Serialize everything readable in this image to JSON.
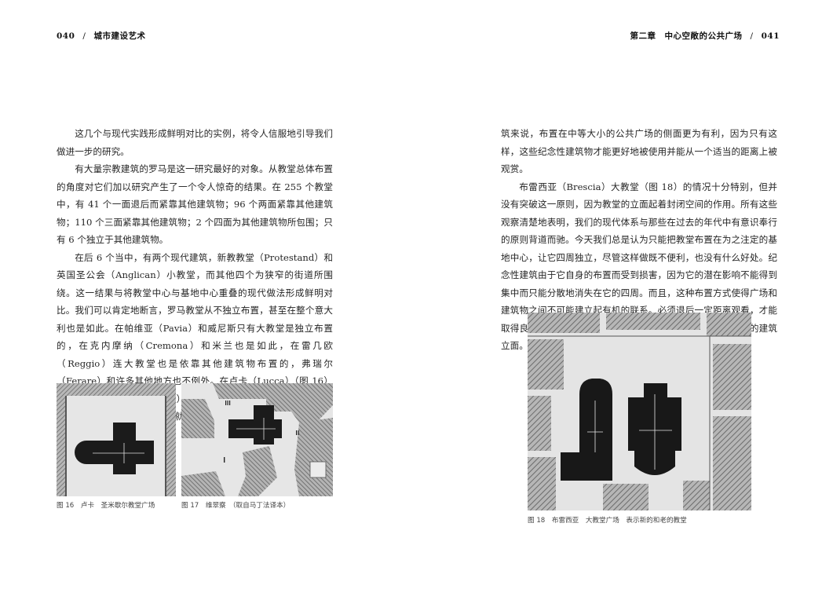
{
  "left_page": {
    "page_number": "040",
    "separator": "/",
    "running_title": "城市建设艺术",
    "paragraphs": [
      "这几个与现代实践形成鲜明对比的实例，将令人信服地引导我们做进一步的研究。",
      "有大量宗教建筑的罗马是这一研究最好的对象。从教堂总体布置的角度对它们加以研究产生了一个令人惊奇的结果。在 255 个教堂中，有 41 个一面退后而紧靠其他建筑物；96 个两面紧靠其他建筑物；110 个三面紧靠其他建筑物；2 个四面为其他建筑物所包围；只有 6 个独立于其他建筑物。",
      "在后 6 个当中，有两个现代建筑，新教教堂（Protestand）和英国圣公会（Anglican）小教堂，而其他四个为狭窄的街道所围绕。这一结果与将教堂中心与基地中心重叠的现代做法形成鲜明对比。我们可以肯定地断言，罗马教堂从不独立布置，甚至在整个意大利也是如此。在帕维亚（Pavia）和威尼斯只有大教堂是独立布置的，在克内摩纳（Cremona）和米兰也是如此，在雷几欧（Reggio）连大教堂也是依靠其他建筑物布置的，弗瑞尔（Ferare）和许多其他地方也不例外。在卢卡（Lucca）（图 16）和维翠察（Vicenza）（图 17）所看到的形式使我们回忆起我们在讨论纪念物布置时推断的原则。就纪念性建"
    ],
    "figures": [
      {
        "caption": "图 16　卢卡　圣米歇尔教堂广场"
      },
      {
        "caption": "图 17　维翠察　（取自马丁法译本）"
      }
    ]
  },
  "right_page": {
    "page_number": "041",
    "separator": "/",
    "chapter_title": "第二章　中心空敞的公共广场",
    "paragraphs": [
      "筑来说，布置在中等大小的公共广场的侧面更为有利，因为只有这样，这些纪念性建筑物才能更好地被使用并能从一个适当的距离上被观赏。",
      "布雷西亚（Brescia）大教堂（图 18）的情况十分特别，但并没有突破这一原则，因为教堂的立面起着封闭空间的作用。所有这些观察清楚地表明，我们的现代体系与那些在过去的年代中有意识奉行的原则背道而驰。今天我们总是认为只能把教堂布置在为之注定的基地中心，让它四周独立，尽管这样做既不便利，也没有什么好处。纪念性建筑由于它自身的布置而受到损害，因为它的潜在影响不能得到集中而只能分散地消失在它的四周。而且，这种布置方式使得广场和建筑物之间不可能建立起有机的联系。必须退后一定距离观看，才能取得良好的透视效果，一座大教堂需要一个前院来展示其庄严的建筑立面。"
    ],
    "figures": [
      {
        "caption": "图 18　布雷西亚　大教堂广场　表示新的和老的教堂"
      }
    ]
  },
  "colors": {
    "ink": "#1a1a1a",
    "hatch": "#7a7a7a",
    "paper": "#e9e9e9"
  }
}
